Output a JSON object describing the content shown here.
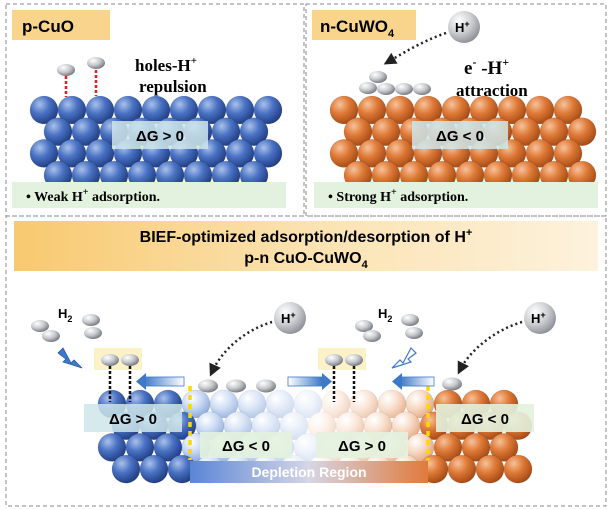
{
  "colors": {
    "cuo_blue": "#2f55a4",
    "cuwo4_orange": "#d8702e",
    "title_band": "#f9d48c",
    "note_bg": "#e3f2de",
    "dashed_border": "#7f7f7f",
    "interface_yellow": "#ffd700",
    "hydrogen": "#b5b8bd"
  },
  "panel_left": {
    "title_main": "p-CuO",
    "label_line1_a": "holes-H",
    "label_line1_sup": "+",
    "label_line2": "repulsion",
    "dg": "ΔG > 0",
    "note_a": "•  Weak H",
    "note_sup": "+",
    "note_b": " adsorption."
  },
  "panel_right": {
    "title_main": "n-CuWO",
    "title_sub": "4",
    "ion_main": "H",
    "ion_sup": "+",
    "label_line1_a": "e",
    "label_line1_sup1": "-",
    "label_line1_b": " -H",
    "label_line1_sup2": "+",
    "label_line2": "attraction",
    "dg": "ΔG < 0",
    "note_a": "•  Strong H",
    "note_sup": "+",
    "note_b": " adsorption."
  },
  "panel_bottom": {
    "title_line1_a": "BIEF-optimized adsorption/desorption of H",
    "title_line1_sup": "+",
    "title_line2_a": "p-n CuO-CuWO",
    "title_line2_sub": "4",
    "h2_main": "H",
    "h2_sub": "2",
    "ion_main": "H",
    "ion_sup": "+",
    "dg_far_left": "ΔG > 0",
    "dg_mid_left": "ΔG < 0",
    "dg_mid_right": "ΔG > 0",
    "dg_far_right": "ΔG < 0",
    "depletion": "Depletion Region"
  }
}
